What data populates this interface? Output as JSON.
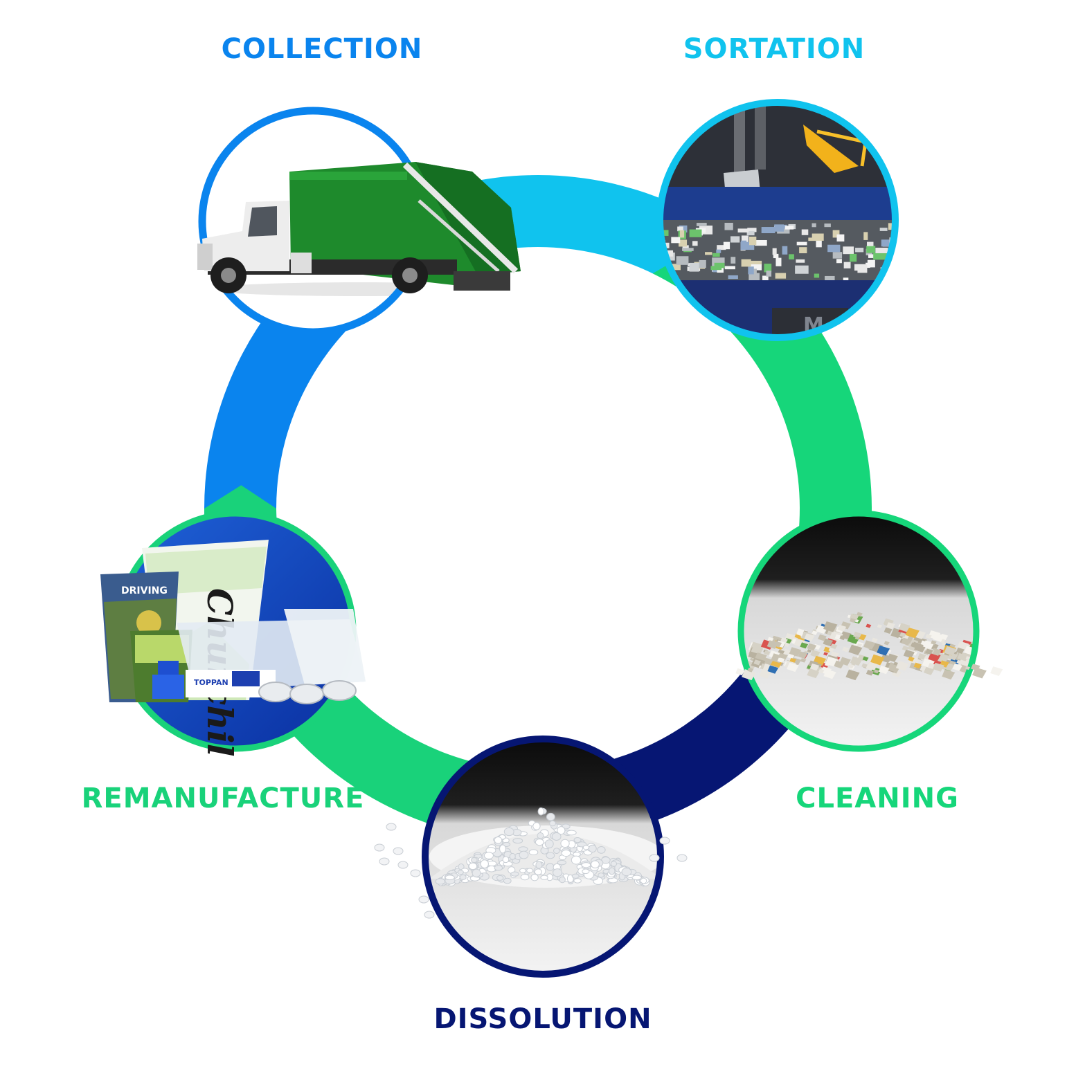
{
  "diagram": {
    "stages": [
      {
        "id": "collection",
        "label": "COLLECTION",
        "color": "#0a84ee",
        "image": "garbage-truck"
      },
      {
        "id": "sortation",
        "label": "SORTATION",
        "color": "#10c3ee",
        "image": "sorting-conveyor"
      },
      {
        "id": "cleaning",
        "label": "CLEANING",
        "color": "#16d67a",
        "image": "plastic-flakes"
      },
      {
        "id": "dissolution",
        "label": "DISSOLUTION",
        "color": "#061673",
        "image": "resin-pellets"
      },
      {
        "id": "remanufacture",
        "label": "REMANUFACTURE",
        "color": "#19d27a",
        "image": "recycled-packaging"
      }
    ],
    "image_texts": {
      "cup_brand": "Churchil",
      "cup_left": "DRIVING",
      "toppan": "TOPPAN",
      "conveyor_sign": "M"
    }
  }
}
